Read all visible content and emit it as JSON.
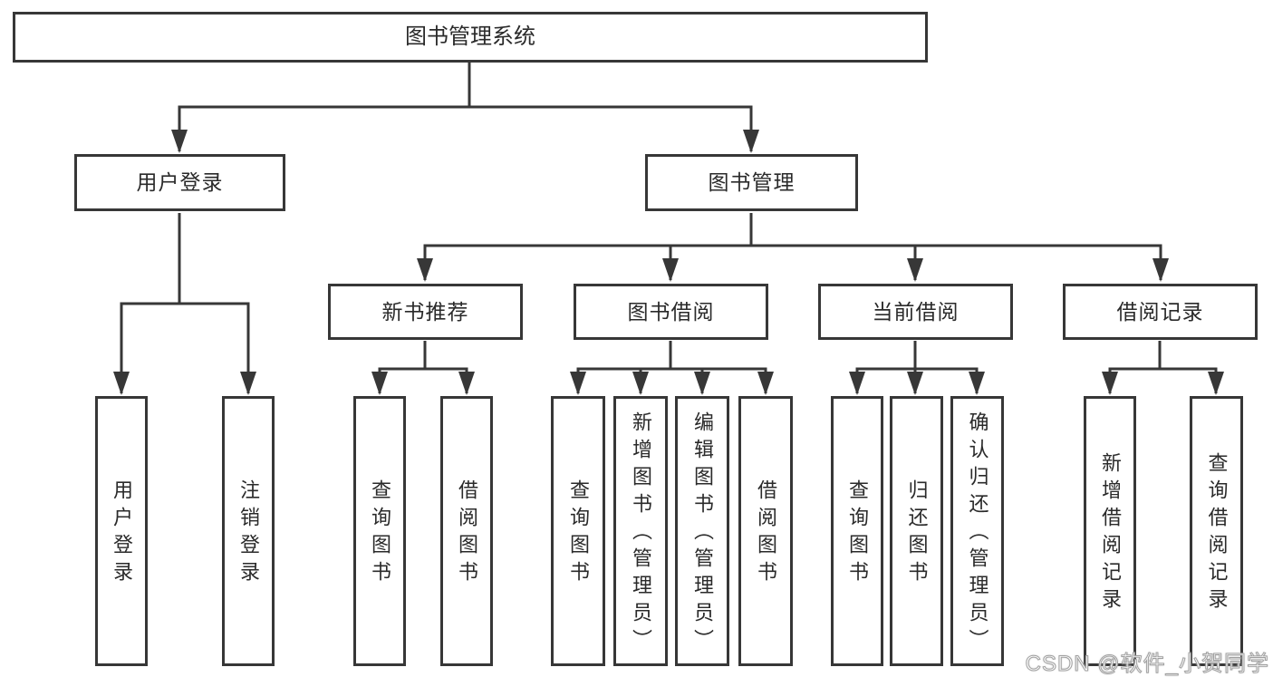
{
  "colors": {
    "line": "#373737",
    "box_border": "#373737",
    "text": "#2a2a2a",
    "background": "#ffffff",
    "watermark_fill": "#ffffff",
    "watermark_outline": "#a0a0a0"
  },
  "nodes": {
    "root": "图书管理系统",
    "level2": [
      "用户登录",
      "图书管理"
    ],
    "level3": [
      "新书推荐",
      "图书借阅",
      "当前借阅",
      "借阅记录"
    ],
    "leaves": {
      "user_login": [
        "用户登录",
        "注销登录"
      ],
      "new_book_recommend": [
        "查询图书",
        "借阅图书"
      ],
      "book_borrow": [
        "查询图书",
        "新增图书（管理员）",
        "编辑图书（管理员）",
        "借阅图书"
      ],
      "current_borrow": [
        "查询图书",
        "归还图书",
        "确认归还（管理员）"
      ],
      "borrow_records": [
        "新增借阅记录",
        "查询借阅记录"
      ]
    }
  },
  "watermark": {
    "text": "CSDN @软件_小贺同学"
  }
}
